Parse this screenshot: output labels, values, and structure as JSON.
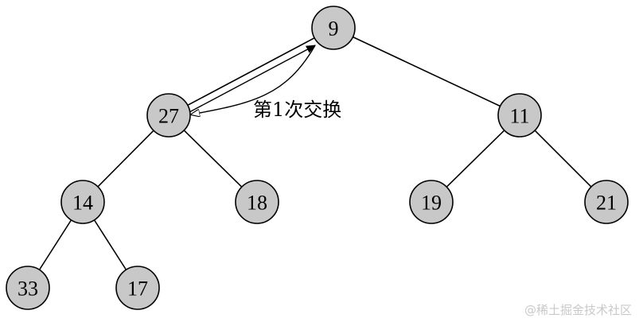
{
  "tree": {
    "nodes": [
      {
        "id": "n9",
        "label": "9"
      },
      {
        "id": "n27",
        "label": "27"
      },
      {
        "id": "n11",
        "label": "11"
      },
      {
        "id": "n14",
        "label": "14"
      },
      {
        "id": "n18",
        "label": "18"
      },
      {
        "id": "n19",
        "label": "19"
      },
      {
        "id": "n21",
        "label": "21"
      },
      {
        "id": "n33",
        "label": "33"
      },
      {
        "id": "n17",
        "label": "17"
      }
    ],
    "edges": [
      [
        "n9",
        "n27"
      ],
      [
        "n9",
        "n11"
      ],
      [
        "n27",
        "n14"
      ],
      [
        "n27",
        "n18"
      ],
      [
        "n11",
        "n19"
      ],
      [
        "n11",
        "n21"
      ],
      [
        "n14",
        "n33"
      ],
      [
        "n14",
        "n17"
      ]
    ],
    "swap": {
      "from": "n27",
      "to": "n9",
      "label": "第1次交换"
    }
  },
  "colors": {
    "node_fill": "#c8c8c8",
    "stroke": "#000000",
    "watermark": "#c9c9c9"
  },
  "watermark": "@稀土掘金技术社区"
}
